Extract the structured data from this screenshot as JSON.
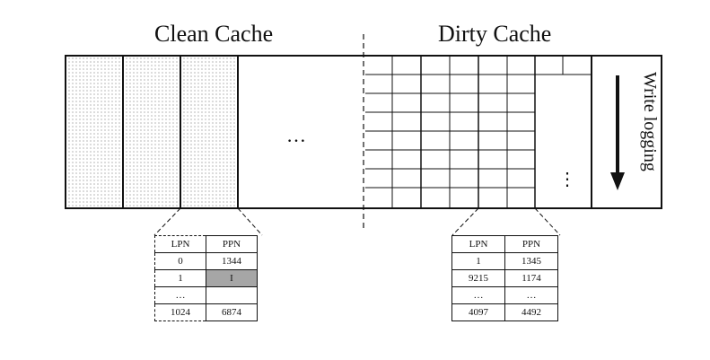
{
  "titles": {
    "clean": "Clean Cache",
    "dirty": "Dirty Cache"
  },
  "clean_ellipsis": "…",
  "dirty_vdots": "⋮",
  "write_logging": {
    "label": "Write logging"
  },
  "left_table": {
    "headers": [
      "LPN",
      "PPN"
    ],
    "rows": [
      [
        "0",
        "1344"
      ],
      [
        "1",
        "I"
      ],
      [
        "…",
        ""
      ],
      [
        "1024",
        "6874"
      ]
    ],
    "highlight_color": "#a6a6a6"
  },
  "right_table": {
    "headers": [
      "LPN",
      "PPN"
    ],
    "rows": [
      [
        "1",
        "1345"
      ],
      [
        "9215",
        "1174"
      ],
      [
        "…",
        "…"
      ],
      [
        "4097",
        "4492"
      ]
    ]
  }
}
